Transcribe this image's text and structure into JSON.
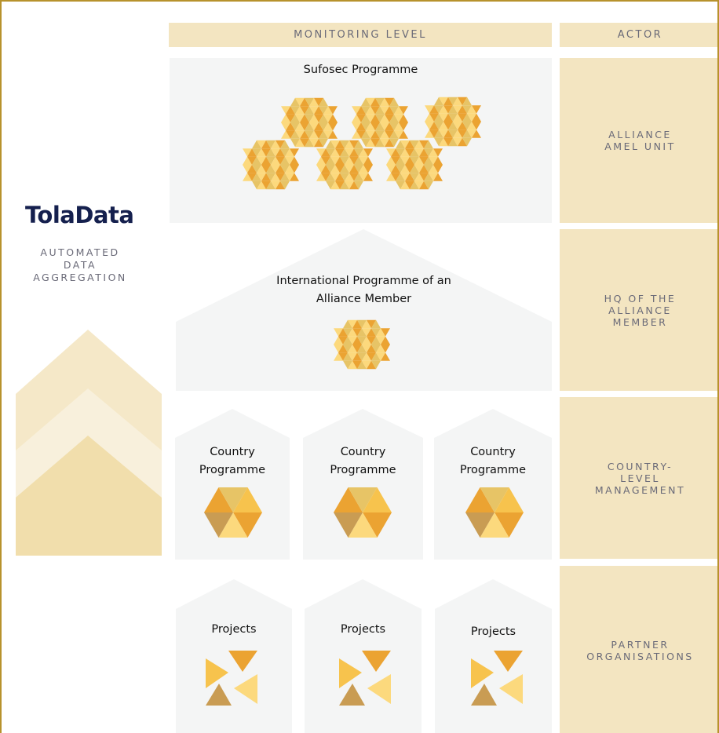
{
  "brand": {
    "name": "TolaData",
    "subtitle": "AUTOMATED\nDATA\nAGGREGATION"
  },
  "headers": {
    "monitoring_level": "MONITORING LEVEL",
    "actor": "ACTOR"
  },
  "levels": [
    {
      "monitoring": "Sufosec Programme",
      "actor": "ALLIANCE\nAMEL UNIT"
    },
    {
      "monitoring": "International Programme of an\nAlliance Member",
      "actor": "HQ OF THE\nALLIANCE\nMEMBER"
    },
    {
      "monitoring": "Country\nProgramme",
      "actor": "COUNTRY-\nLEVEL\nMANAGEMENT"
    },
    {
      "monitoring": "Projects",
      "actor": "PARTNER\nORGANISATIONS"
    }
  ],
  "country_programmes": [
    "Country\nProgramme",
    "Country\nProgramme",
    "Country\nProgramme"
  ],
  "projects": [
    "Projects",
    "Projects",
    "Projects"
  ],
  "colors": {
    "border": "#b7922c",
    "header_fill": "#f3e5c1",
    "panel_fill": "#f4f5f5",
    "brand_text": "#15204e",
    "caption_text": "#6a6a78",
    "hex_light": "#fcd97d",
    "hex_mid": "#f7c34d",
    "hex_orange": "#eba332",
    "hex_tan": "#c99c53",
    "hex_pale": "#e7c466"
  },
  "icons": [
    "hexagon-cluster-icon",
    "hexagon-icon",
    "triangle-pinwheel-icon",
    "upward-chevron-arrows-icon"
  ]
}
